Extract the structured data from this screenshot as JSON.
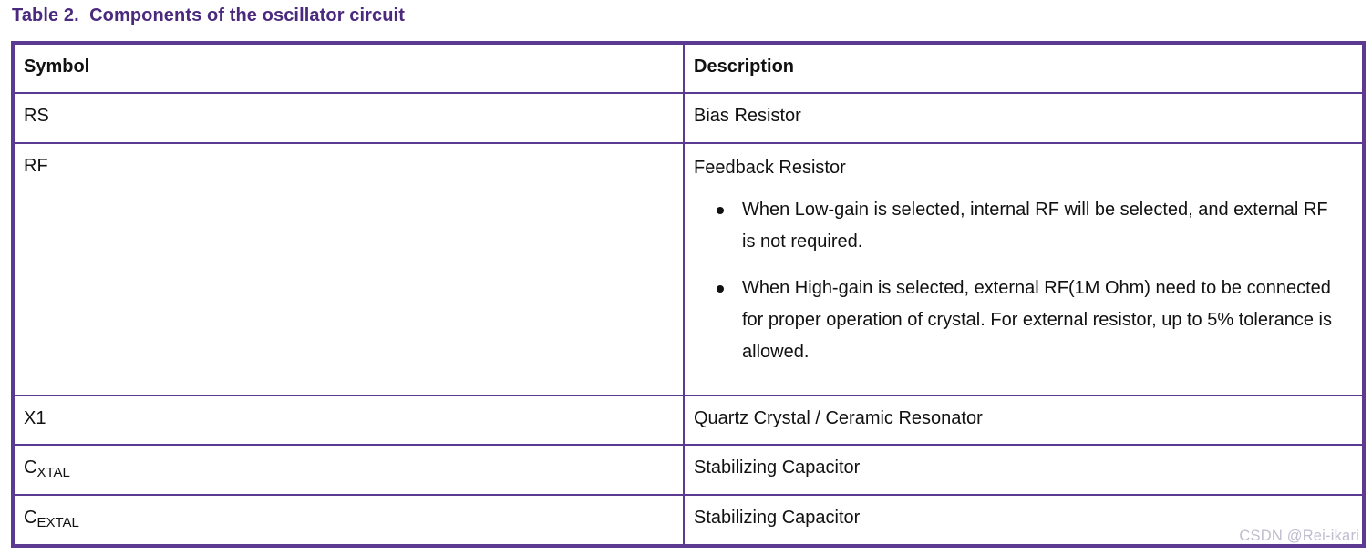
{
  "page": {
    "title": "Table 2.  Components of the oscillator circuit",
    "watermark": "CSDN @Rei-ikari"
  },
  "colors": {
    "title_purple": "#4b2a7e",
    "border_purple": "#5d3a92",
    "body_text": "#111111",
    "watermark_gray": "#bab9cc",
    "background": "#ffffff"
  },
  "table": {
    "headers": {
      "symbol": "Symbol",
      "description": "Description"
    },
    "rows": {
      "rs": {
        "symbol": "RS",
        "description": "Bias Resistor"
      },
      "rf": {
        "symbol": "RF",
        "description_intro": "Feedback Resistor",
        "bullets": [
          "When Low-gain is selected, internal RF will be selected, and external RF is not required.",
          "When High-gain is selected, external RF(1M Ohm) need to be connected for proper operation of crystal. For external resistor, up to 5% tolerance is allowed."
        ]
      },
      "x1": {
        "symbol": "X1",
        "description": "Quartz Crystal / Ceramic Resonator"
      },
      "cxtal": {
        "symbol_base": "C",
        "symbol_sub": "XTAL",
        "description": "Stabilizing Capacitor"
      },
      "cextal": {
        "symbol_base": "C",
        "symbol_sub": "EXTAL",
        "description": "Stabilizing Capacitor"
      }
    }
  }
}
